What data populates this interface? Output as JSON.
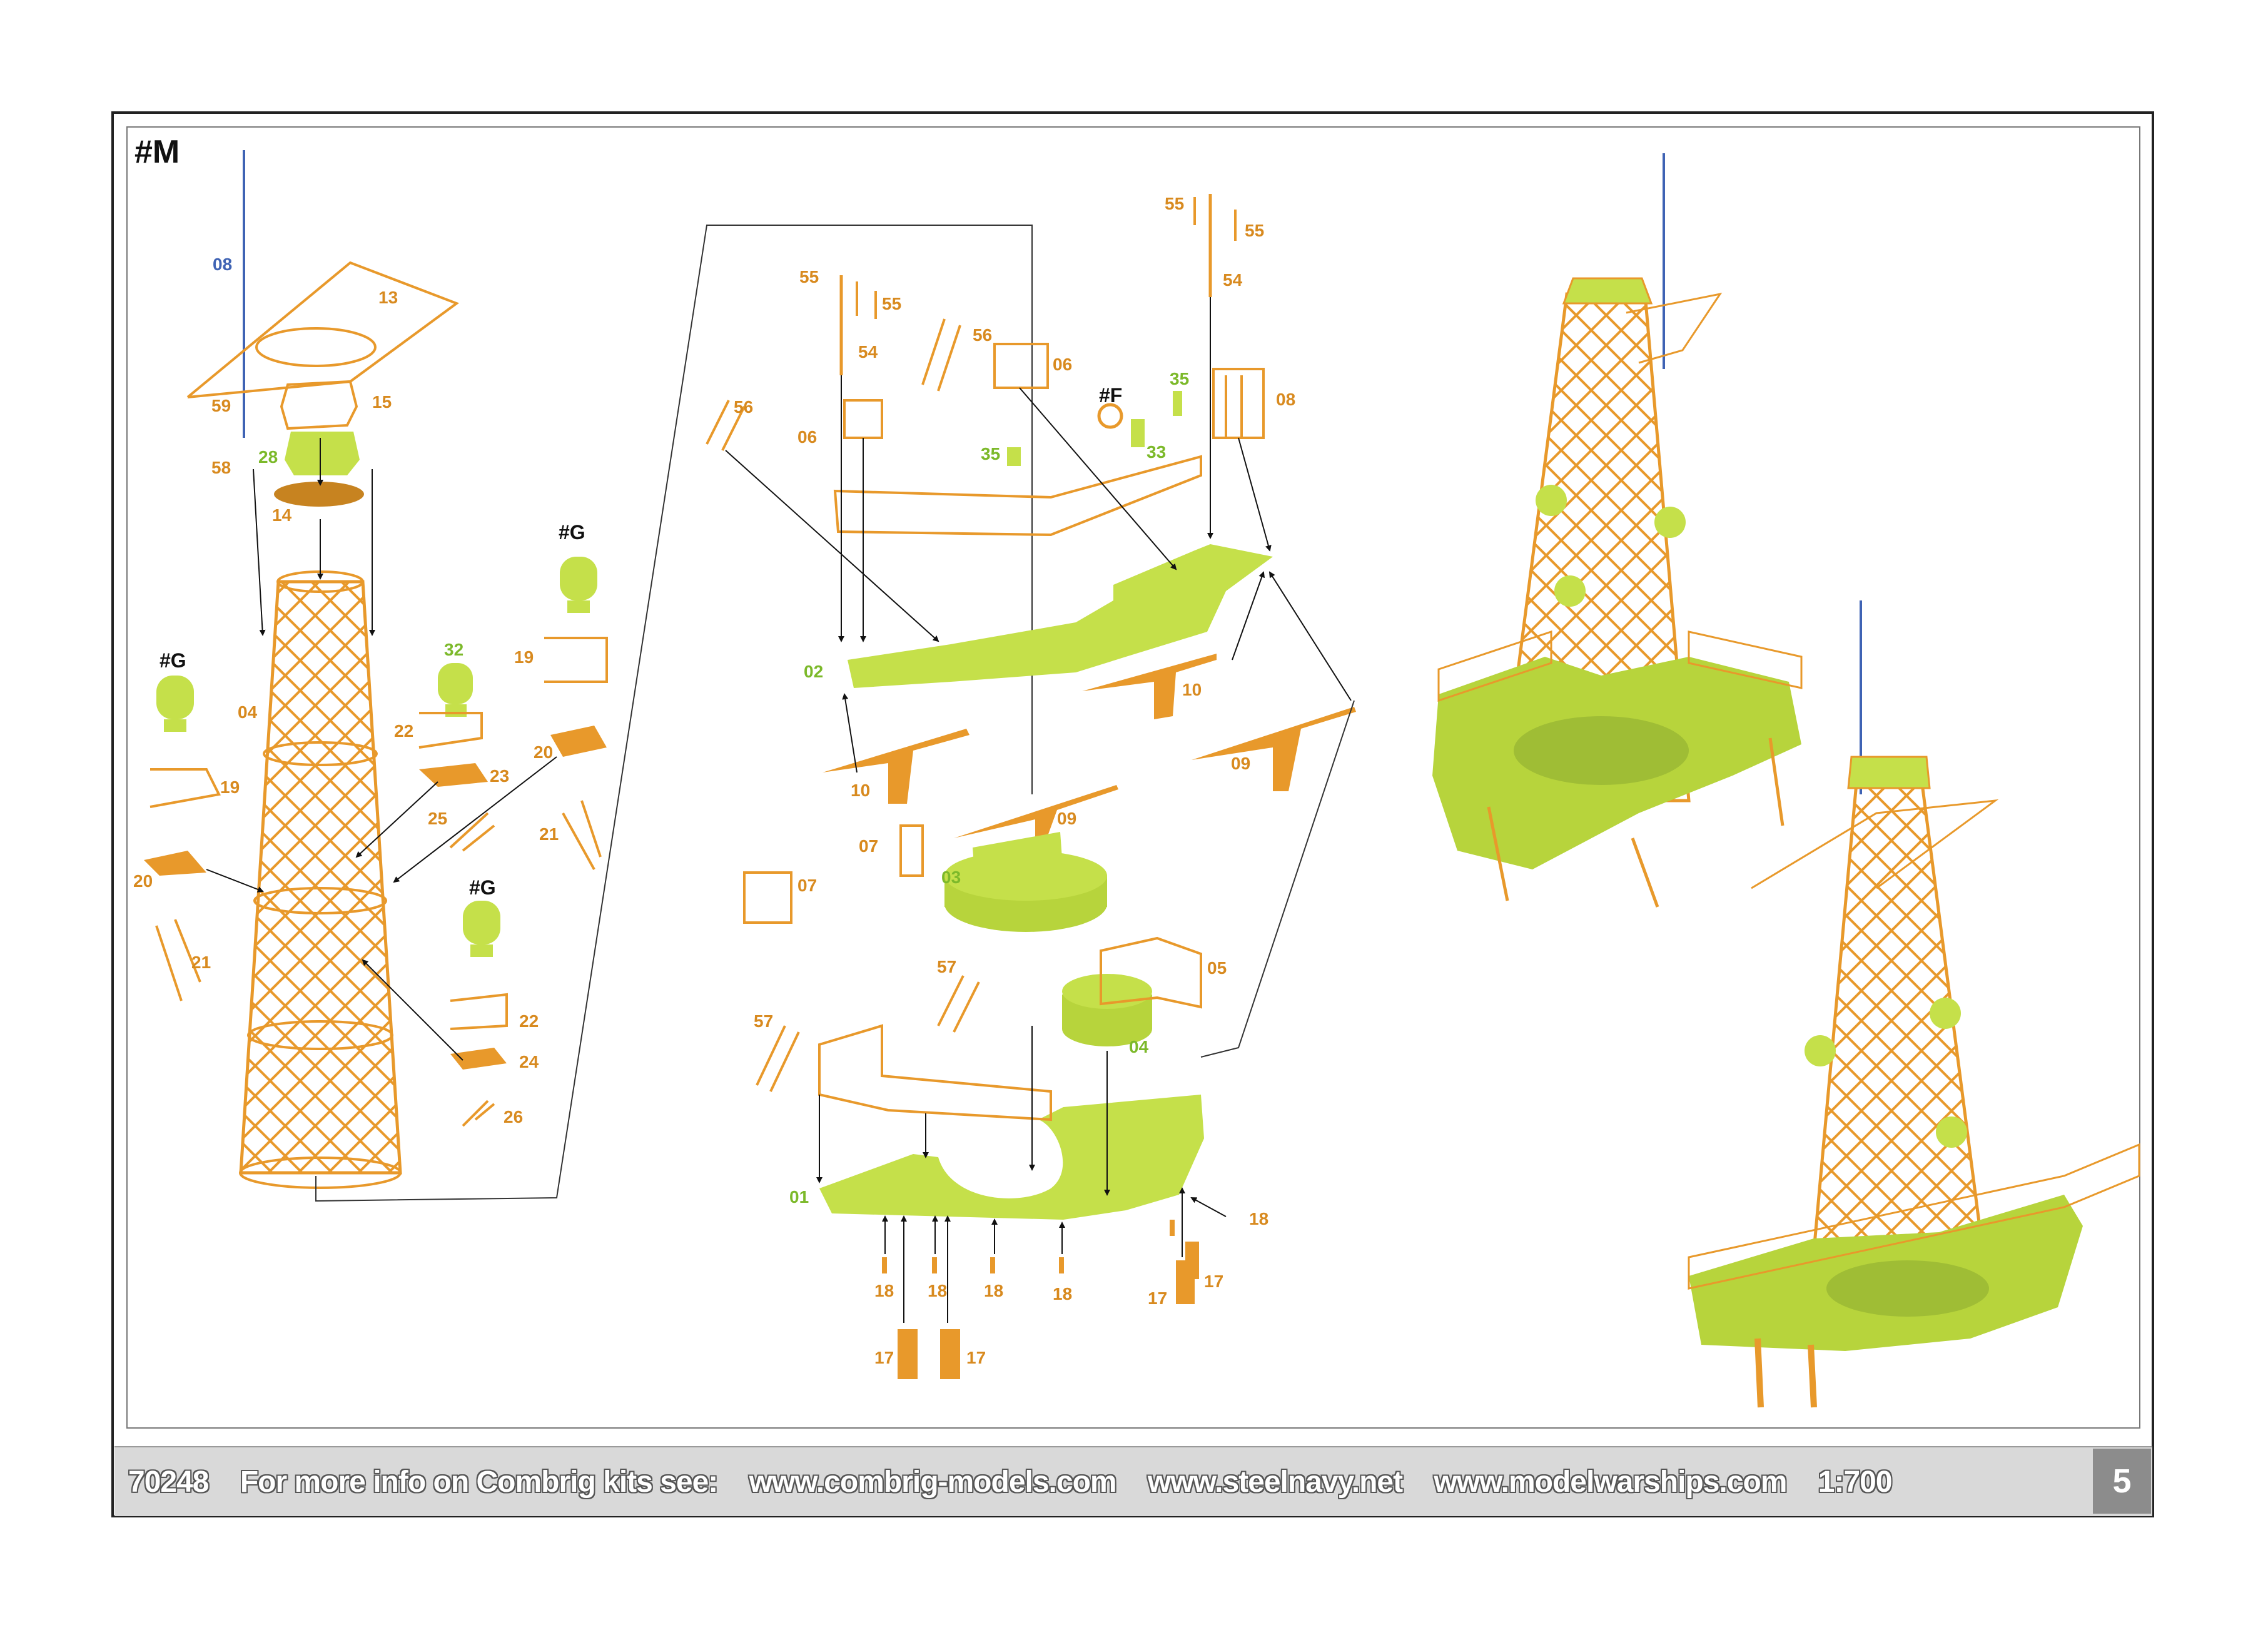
{
  "section_tag": "#M",
  "sub_assembly_tags": {
    "g1": "#G",
    "g2": "#G",
    "g3": "#G",
    "f": "#F"
  },
  "colors": {
    "photo_etch": "#e8992b",
    "resin": "#c5e04a",
    "brass_rod": "#3f63b4",
    "green_label": "#7cb92a",
    "orange_label": "#d88a1f",
    "blue_label": "#3f63b4"
  },
  "part_labels": {
    "p08a": "08",
    "p13": "13",
    "p15": "15",
    "p59": "59",
    "p58": "58",
    "p28": "28",
    "p14": "14",
    "p04a": "04",
    "p19a": "19",
    "p20a": "20",
    "p21a": "21",
    "p32": "32",
    "p22a": "22",
    "p23": "23",
    "p25": "25",
    "p19b": "19",
    "p20b": "20",
    "p21b": "21",
    "p22b": "22",
    "p24": "24",
    "p26": "26",
    "p55a": "55",
    "p55b": "55",
    "p54a": "54",
    "p56a": "56",
    "p56b": "56",
    "p06a": "06",
    "p06b": "06",
    "p35a": "35",
    "p35b": "35",
    "p33": "33",
    "p08b": "08",
    "p55c": "55",
    "p55d": "55",
    "p54b": "54",
    "p02": "02",
    "p10a": "10",
    "p10b": "10",
    "p09a": "09",
    "p09b": "09",
    "p07a": "07",
    "p07b": "07",
    "p03": "03",
    "p57a": "57",
    "p57b": "57",
    "p05": "05",
    "p04b": "04",
    "p01": "01",
    "p18a": "18",
    "p18b": "18",
    "p18c": "18",
    "p18d": "18",
    "p18e": "18",
    "p17a": "17",
    "p17b": "17",
    "p17c": "17",
    "p17d": "17"
  },
  "footer": {
    "kit_number": "70248",
    "info_text": "For more info on Combrig kits see:",
    "site1": "www.combrig-models.com",
    "site2": "www.steelnavy.net",
    "site3": "www.modelwarships.com",
    "scale": "1:700",
    "page_number": "5"
  }
}
